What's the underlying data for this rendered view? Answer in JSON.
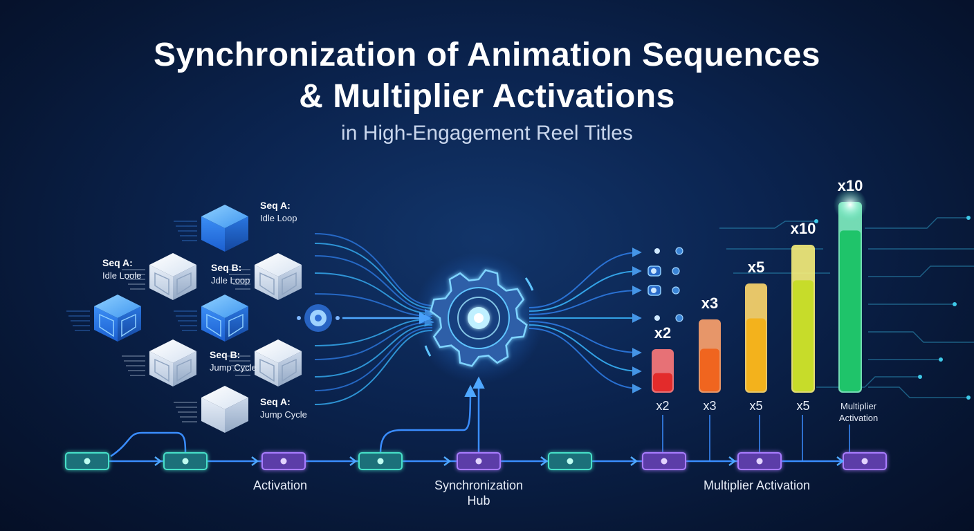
{
  "title": {
    "line1": "Synchronization of Animation Sequences",
    "line2": "& Multiplier Activations"
  },
  "subtitle": "in High-Engagement Reel Titles",
  "cubes": [
    {
      "id": "c1",
      "title": "Seq A:",
      "sub": "Idle Loop",
      "color": "blue"
    },
    {
      "id": "c2",
      "title": "Seq A:",
      "sub": "Idle Loole",
      "color": "white"
    },
    {
      "id": "c3",
      "title": "Seq B:",
      "sub": "Jdle Loop",
      "color": "white"
    },
    {
      "id": "c4",
      "title": "",
      "sub": "",
      "color": "blue"
    },
    {
      "id": "c5",
      "title": "",
      "sub": "",
      "color": "blue"
    },
    {
      "id": "c6",
      "title": "",
      "sub": "",
      "color": "white"
    },
    {
      "id": "c7",
      "title": "Seq B:",
      "sub": "Jump Cycle",
      "color": "white"
    },
    {
      "id": "c8",
      "title": "Seq A:",
      "sub": "Jump Cycle",
      "color": "white"
    }
  ],
  "bars": [
    {
      "top_label": "x2",
      "bottom_label": "x2",
      "level": 0.45,
      "color_top": "#ff7a7a",
      "color_bottom": "#e32b2b"
    },
    {
      "top_label": "x3",
      "bottom_label": "x3",
      "level": 0.6,
      "color_top": "#ffa36b",
      "color_bottom": "#f0651f"
    },
    {
      "top_label": "x5",
      "bottom_label": "x5",
      "level": 0.68,
      "color_top": "#ffd86b",
      "color_bottom": "#f3b21c"
    },
    {
      "top_label": "x10",
      "bottom_label": "x5",
      "level": 0.76,
      "color_top": "#f7ef7a",
      "color_bottom": "#c7dc2a"
    },
    {
      "top_label": "x10",
      "bottom_label": "Multiplier Activation",
      "level": 0.85,
      "color_top": "#7ff0c0",
      "color_bottom": "#1fc46a"
    }
  ],
  "timeline": {
    "labels": [
      {
        "text": "Activation"
      },
      {
        "text": "Synchronization Hub"
      },
      {
        "text": "Multiplier Activation"
      }
    ]
  },
  "colors": {
    "background": "#0b2450",
    "accent_cyan": "#4fd8ff",
    "accent_blue": "#3a8dff",
    "node_teal": "#46e0c8",
    "node_purple": "#a97bff"
  }
}
